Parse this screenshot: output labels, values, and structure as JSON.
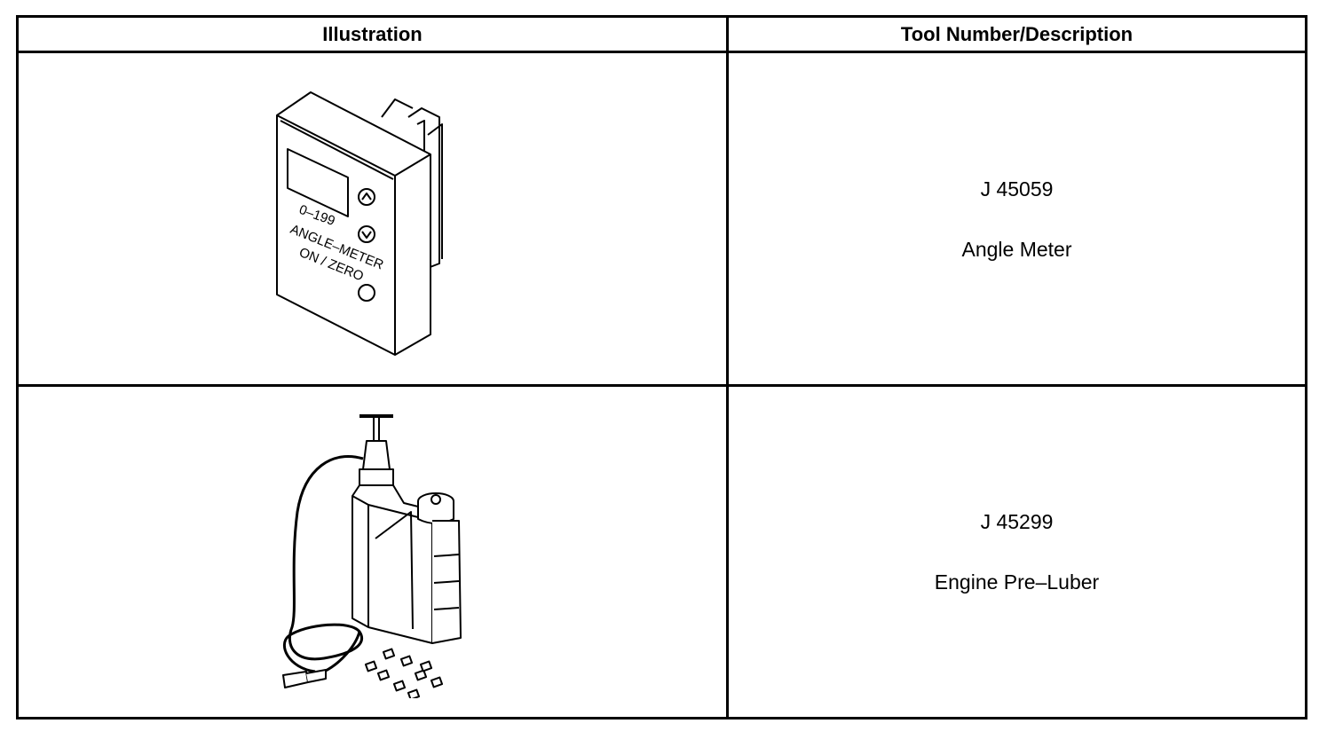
{
  "table": {
    "headers": {
      "illustration": "Illustration",
      "tool": "Tool Number/Description"
    },
    "rows": [
      {
        "tool_number": "J 45059",
        "description": "Angle Meter",
        "illustration": {
          "icon": "angle-meter-illustration",
          "labels": {
            "range": "0–199",
            "name": "ANGLE–METER",
            "onzero": "ON / ZERO"
          }
        }
      },
      {
        "tool_number": "J 45299",
        "description": "Engine Pre–Luber",
        "illustration": {
          "icon": "engine-pre-luber-illustration"
        }
      }
    ]
  }
}
